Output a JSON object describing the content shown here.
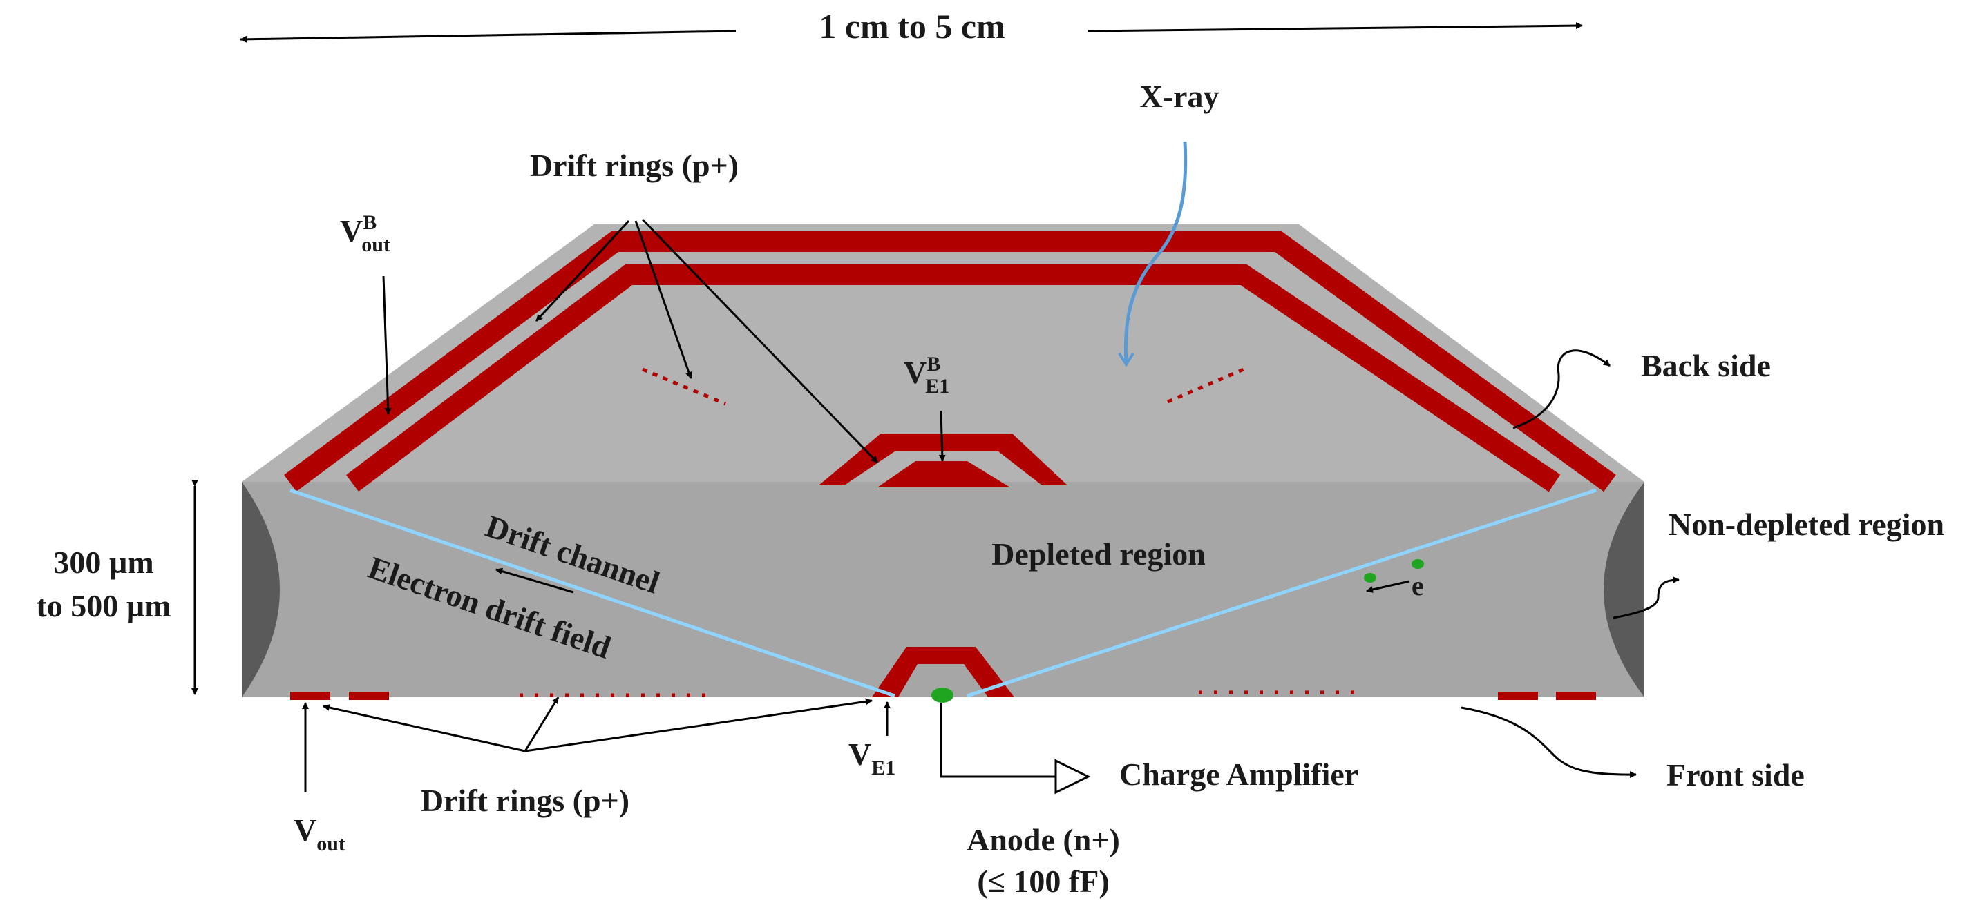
{
  "width_label": "1 cm to 5 cm",
  "xray_label": "X-ray",
  "drift_rings_top_label": "Drift rings (p+)",
  "vb_out": {
    "base": "V",
    "sup": "B",
    "sub": "out"
  },
  "vb_e1": {
    "base": "V",
    "sup": "B",
    "sub": "E1"
  },
  "back_side_label": "Back side",
  "non_depleted_label": "Non-depleted region",
  "thickness_label": {
    "line1": "300 µm",
    "line2": "to 500 µm"
  },
  "drift_channel_label": "Drift channel",
  "electron_drift_field_label": "Electron drift field",
  "depleted_region_label": "Depleted region",
  "electron_label": "e",
  "drift_rings_bottom_label": "Drift rings (p+)",
  "v_e1": {
    "base": "V",
    "sub": "E1"
  },
  "v_out": {
    "base": "V",
    "sub": "out"
  },
  "charge_amplifier_label": "Charge Amplifier",
  "front_side_label": "Front side",
  "anode_label": {
    "line1": "Anode (n+)",
    "line2": "(≤ 100 fF)"
  },
  "colors": {
    "top_face": "#b3b3b3",
    "front_face": "#a6a6a6",
    "ring": "#b00000",
    "edge_region": "#5a5a5a",
    "channel_line": "#8fd4ff",
    "xray": "#5b9bd5",
    "electron": "#1fa51f"
  }
}
